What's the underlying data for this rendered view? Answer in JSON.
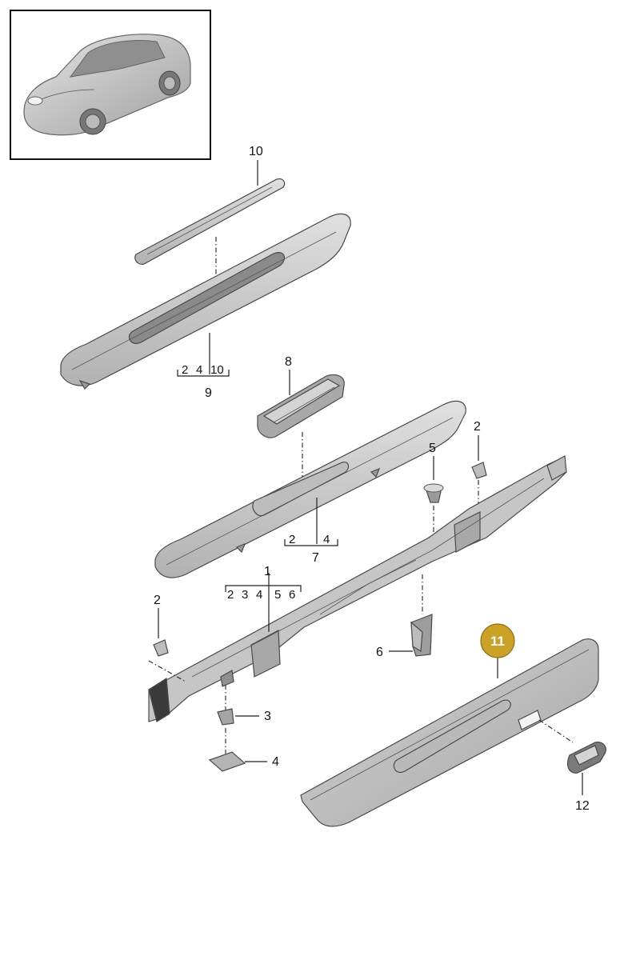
{
  "diagram": {
    "callouts": {
      "c1": "1",
      "c2a": "2",
      "c2b": "2",
      "c3": "3",
      "c4": "4",
      "c5": "5",
      "c6": "6",
      "c7": "7",
      "c8": "8",
      "c9": "9",
      "c10": "10",
      "c12": "12"
    },
    "highlight": {
      "label": "11",
      "color": "#c9a227"
    },
    "subrefs": {
      "part9": [
        "2",
        "4",
        "10"
      ],
      "part7": [
        "2",
        "4"
      ],
      "part1": [
        "2",
        "3",
        "4",
        "5",
        "6"
      ]
    },
    "colors": {
      "part_fill": "#c9c9c9",
      "part_dark": "#8d8d8d",
      "thumb_border": "#111111"
    }
  }
}
